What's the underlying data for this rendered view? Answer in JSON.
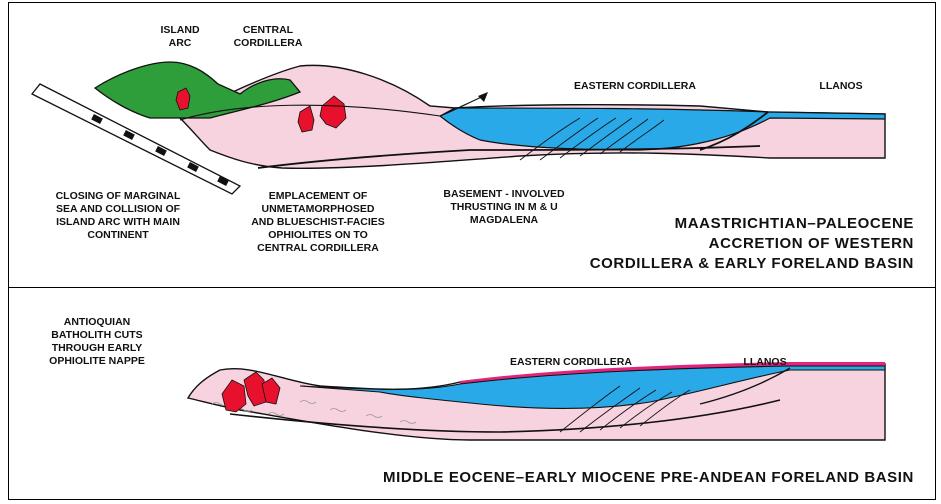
{
  "panel_top": {
    "labels": {
      "island_arc": "ISLAND\nARC",
      "central_cordillera": "CENTRAL\nCORDILLERA",
      "eastern_cordillera": "EASTERN CORDILLERA",
      "llanos": "LLANOS",
      "closing": "CLOSING OF MARGINAL\nSEA AND COLLISION OF\nISLAND ARC WITH MAIN\nCONTINENT",
      "emplacement": "EMPLACEMENT OF\nUNMETAMORPHOSED\nAND BLUESCHIST-FACIES\nOPHIOLITES ON TO\nCENTRAL CORDILLERA",
      "basement": "BASEMENT - INVOLVED\nTHRUSTING IN M & U\nMAGDALENA"
    },
    "title": "MAASTRICHTIAN–PALEOCENE\nACCRETION OF WESTERN\nCORDILLERA & EARLY FORELAND BASIN"
  },
  "panel_bottom": {
    "labels": {
      "antioquian": "ANTIOQUIAN\nBATHOLITH CUTS\nTHROUGH EARLY\nOPHIOLITE NAPPE",
      "eastern_cordillera": "EASTERN CORDILLERA",
      "llanos": "LLANOS"
    },
    "title": "MIDDLE EOCENE–EARLY MIOCENE PRE-ANDEAN FORELAND BASIN"
  },
  "colors": {
    "crust_pink": "#f7d3e0",
    "basin_blue": "#29a9e8",
    "arc_green": "#2e9e3a",
    "intrusion_red": "#e8112d",
    "magenta_layer": "#e0257c"
  }
}
